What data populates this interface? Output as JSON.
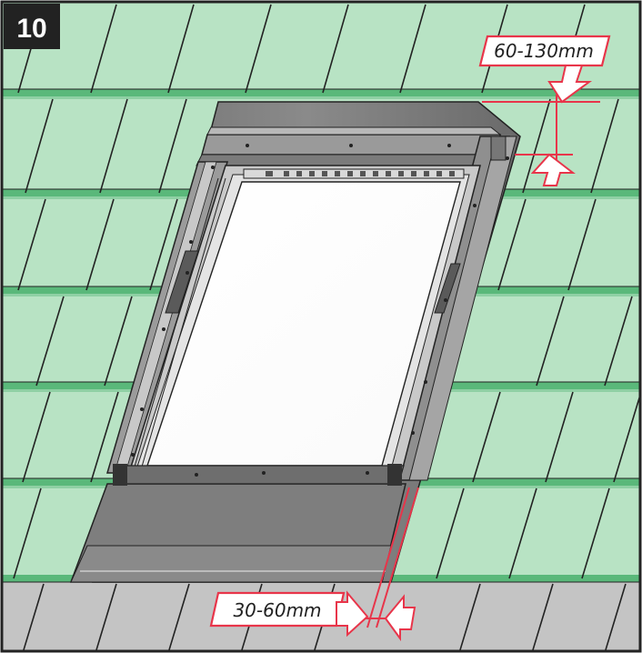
{
  "step": {
    "number": "10"
  },
  "dimensions": {
    "top": {
      "label": "60-130mm"
    },
    "bottom": {
      "label": "30-60mm"
    }
  },
  "colors": {
    "tile_green": "#b8e3c4",
    "tile_green_edge": "#5ab87a",
    "tile_grey": "#c4c4c4",
    "flashing_dark": "#7b7b7b",
    "frame_grey": "#a8a8a8",
    "accent_red": "#e8354a",
    "outline": "#222222"
  }
}
